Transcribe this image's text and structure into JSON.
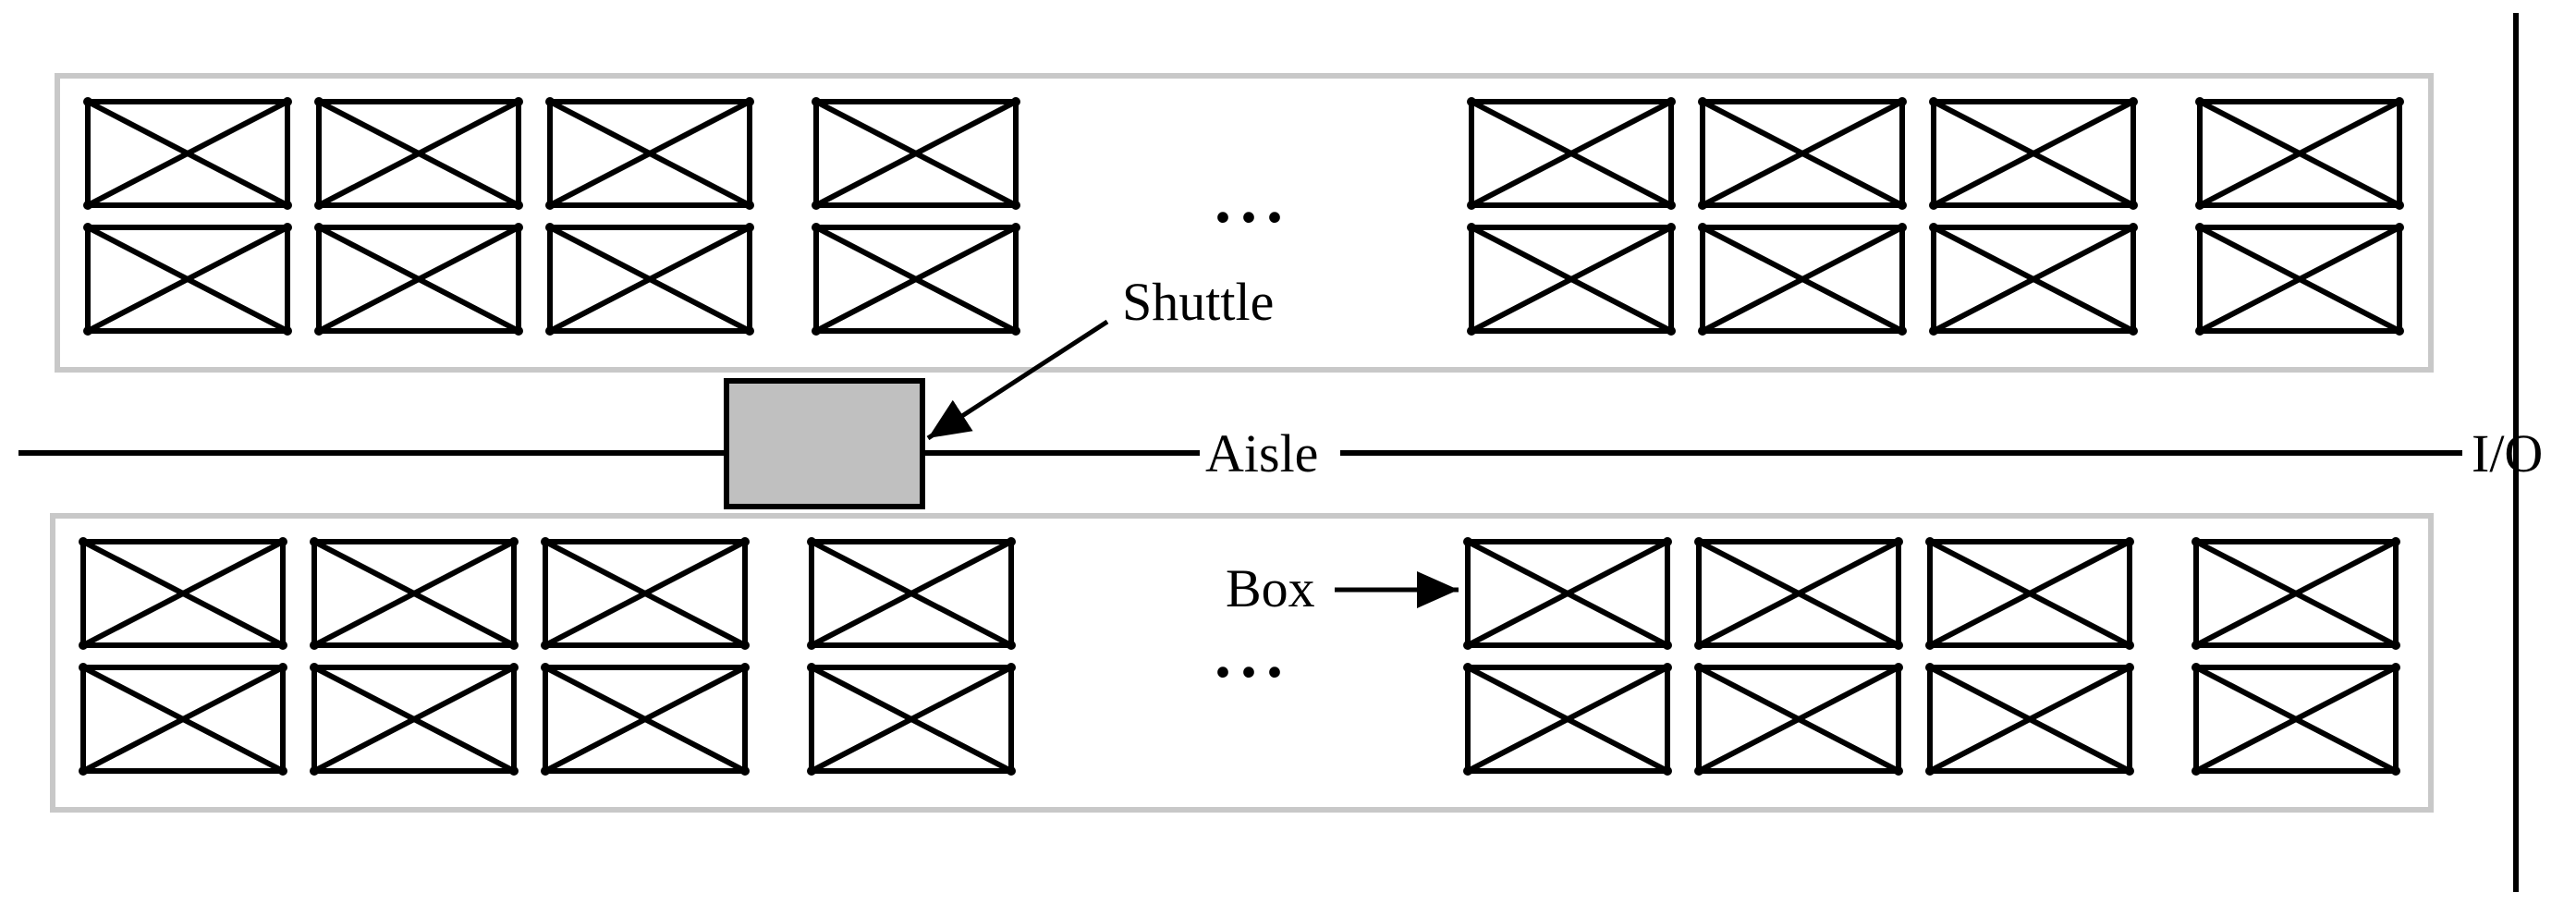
{
  "labels": {
    "shuttle": "Shuttle",
    "aisle": "Aisle",
    "box": "Box",
    "io": "I/O",
    "ellipsis": "..."
  },
  "colors": {
    "rack_border": "#c8c8c8",
    "shuttle_fill": "#c0c0c0",
    "line": "#000000"
  }
}
